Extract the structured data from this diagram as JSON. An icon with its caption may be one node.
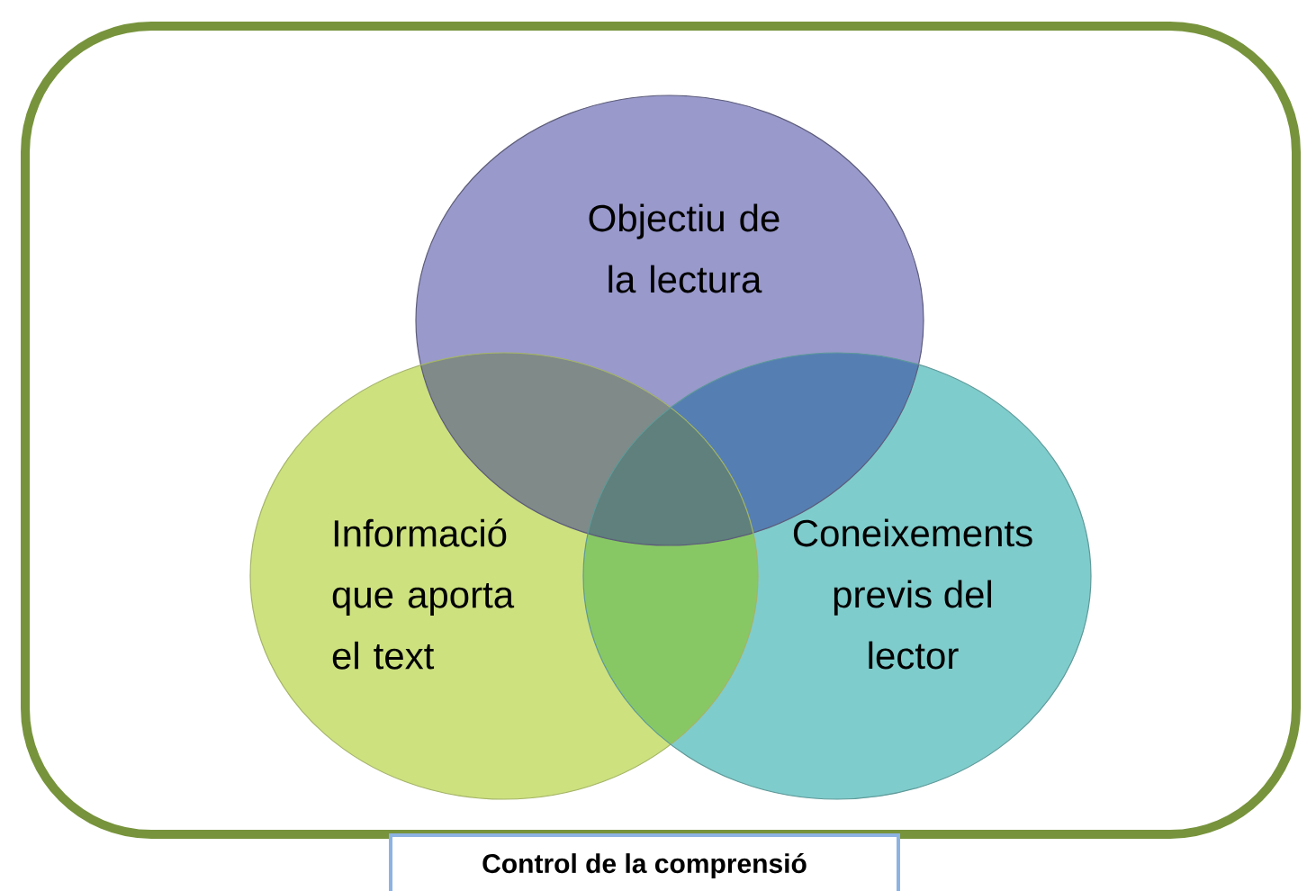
{
  "diagram": {
    "nodes": [
      {
        "text": [
          "Control de la comprensió"
        ]
      },
      {
        "text": [
          "Objectiu de la lectura"
        ],
        "in": 0
      },
      {
        "text": [
          "Informació que aporta el text"
        ],
        "in": 0
      },
      {
        "text": [
          "Coneixements previs del lector"
        ],
        "in": 0
      }
    ]
  }
}
